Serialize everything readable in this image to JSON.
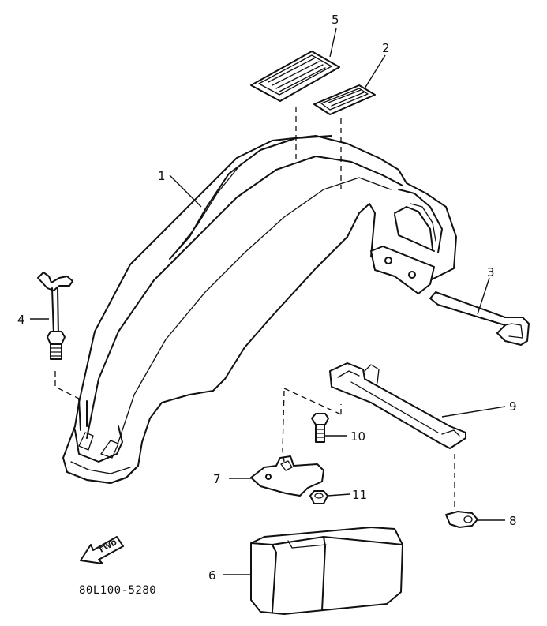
{
  "diagram": {
    "callouts": [
      {
        "id": "1",
        "label": "1"
      },
      {
        "id": "2",
        "label": "2"
      },
      {
        "id": "3",
        "label": "3"
      },
      {
        "id": "4",
        "label": "4"
      },
      {
        "id": "5",
        "label": "5"
      },
      {
        "id": "6",
        "label": "6"
      },
      {
        "id": "7",
        "label": "7"
      },
      {
        "id": "8",
        "label": "8"
      },
      {
        "id": "9",
        "label": "9"
      },
      {
        "id": "10",
        "label": "10"
      },
      {
        "id": "11",
        "label": "11"
      }
    ],
    "direction_arrow": "FWD",
    "drawing_code": "80L100-5280"
  }
}
